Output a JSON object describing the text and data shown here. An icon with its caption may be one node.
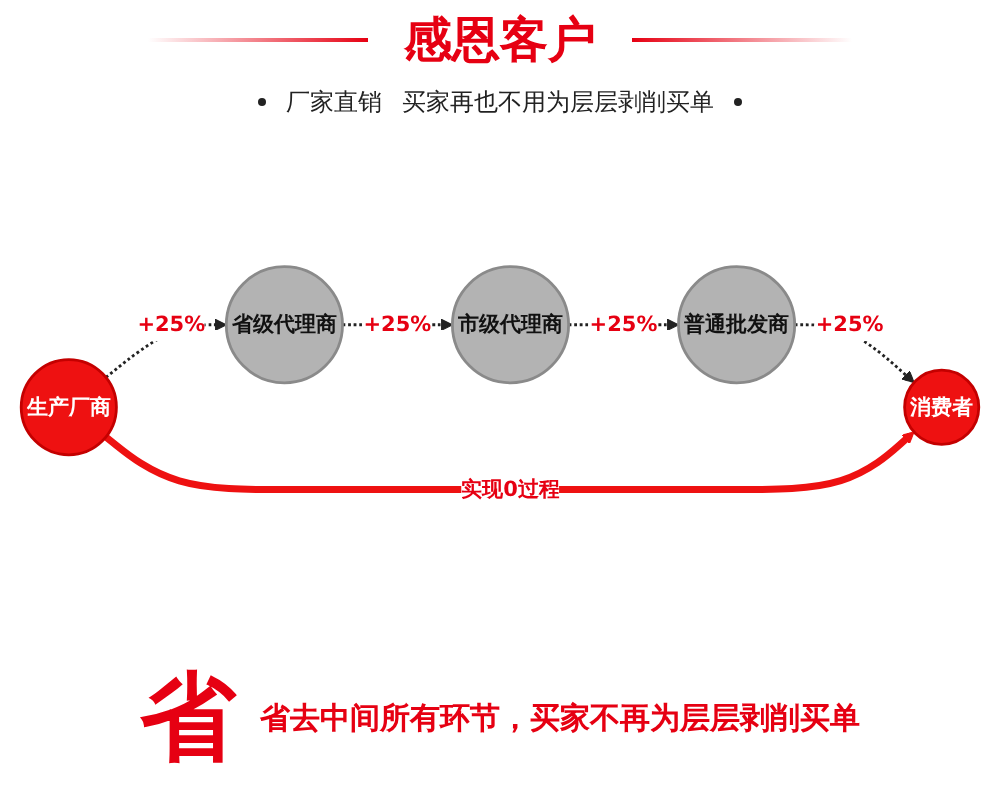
{
  "diagram": {
    "title": "感恩客户",
    "nodes": [
      {
        "text": [
          "生产厂商"
        ]
      },
      {
        "text": [
          "省级代理商"
        ]
      },
      {
        "text": [
          "市级代理商"
        ]
      },
      {
        "text": [
          "普通批发商"
        ]
      },
      {
        "text": [
          "消费者"
        ]
      }
    ],
    "edges": [
      {
        "from": 0,
        "to": 1,
        "arrow": "to",
        "label": "+25%",
        "style": "dashed"
      },
      {
        "from": 1,
        "to": 2,
        "arrow": "to",
        "label": "+25%",
        "style": "dashed"
      },
      {
        "from": 2,
        "to": 3,
        "arrow": "to",
        "label": "+25%",
        "style": "dashed"
      },
      {
        "from": 3,
        "to": 4,
        "arrow": "to",
        "label": "+25%",
        "style": "dashed"
      },
      {
        "from": 0,
        "to": 4,
        "arrow": "to",
        "label": "实现0过程",
        "style": "thick",
        "color": "#ee1111"
      }
    ],
    "labels": [
      "厂家直销",
      "买家再也不用为层层剥削买单",
      "省",
      "省去中间所有环节，买家不再为层层剥削买单"
    ]
  }
}
